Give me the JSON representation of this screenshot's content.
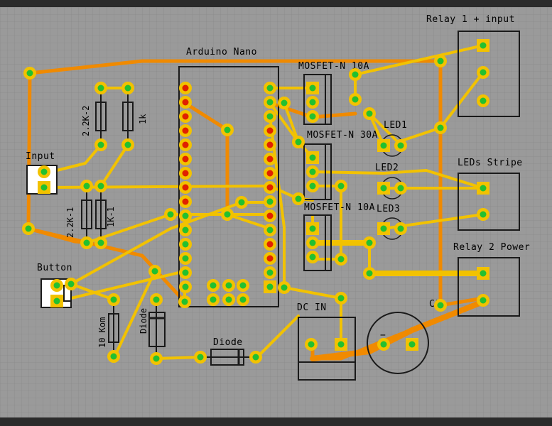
{
  "colors": {
    "board": "#9a9a9a",
    "grid": "#8d8d8d",
    "trace_top": "#f2c200",
    "trace_bottom": "#f08a00",
    "pad_green": "#22c030",
    "pad_red": "#e02000",
    "part_outline": "#1a1a1a",
    "part_fill": "#ffffff"
  },
  "labels": {
    "arduino": "Arduino Nano",
    "mosfet1": "MOSFET-N 10A",
    "mosfet2": "MOSFET-N 30A",
    "mosfet3": "MOSFET-N 10A",
    "led1": "LED1",
    "led2": "LED2",
    "led3": "LED3",
    "relay1": "Relay 1 + input",
    "leds_stripe": "LEDs Stripe",
    "relay2": "Relay 2 Power",
    "c1": "C1",
    "dc_in": "DC IN",
    "input": "Input",
    "button": "Button",
    "diode_h": "Diode",
    "diode_v": "Diode",
    "r_2k2_2": "2.2K-2",
    "r_1k": "1k",
    "r_2k2_1": "2.2K-1",
    "r_1k_1": "1K-1",
    "r_10k": "10 Kom"
  },
  "icons": {
    "capacitor_polarity": "−"
  }
}
